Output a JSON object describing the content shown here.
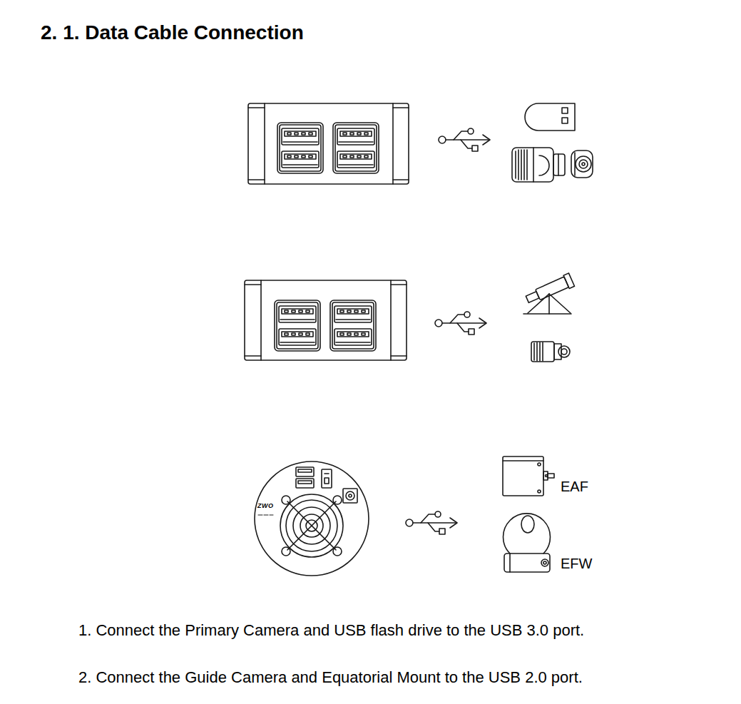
{
  "diagram": {
    "title": "2. 1. Data Cable Connection",
    "labels": [
      "ZWO",
      "EAF",
      "EFW",
      "1. Connect the Primary Camera and USB flash drive to the USB 3.0 port.",
      "2. Connect the Guide Camera and Equatorial Mount to the USB 2.0 port."
    ]
  }
}
